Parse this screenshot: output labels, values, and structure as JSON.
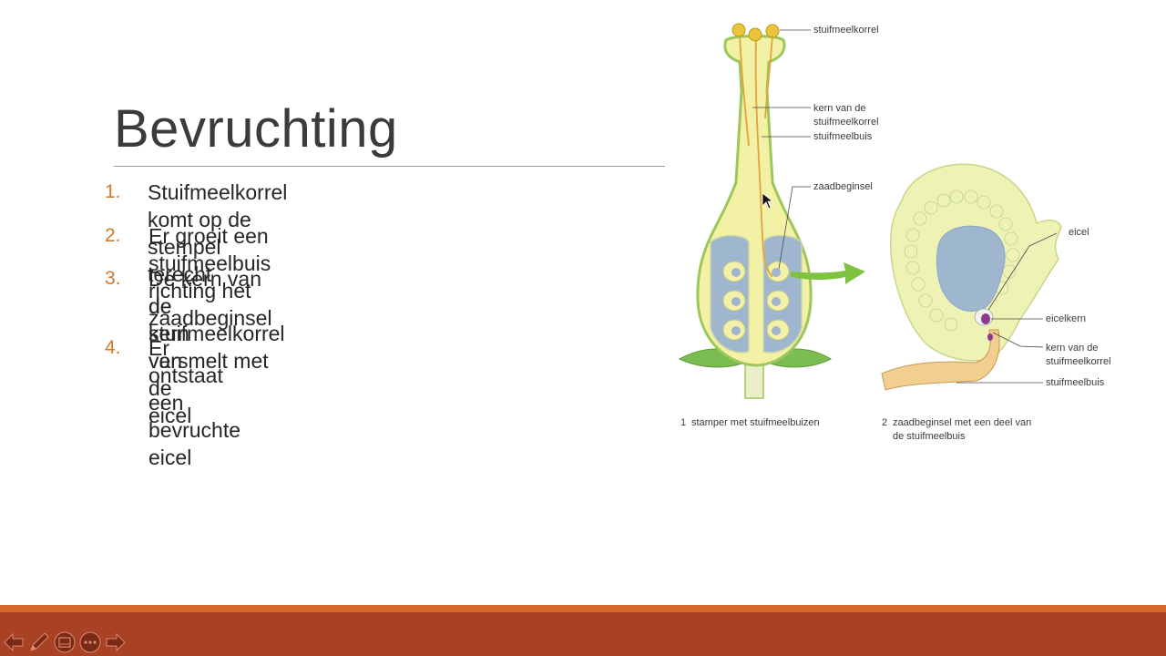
{
  "slide": {
    "title": "Bevruchting",
    "steps": [
      {
        "num": "1.",
        "lines": [
          "Stuifmeelkorrel komt op de stempel terecht"
        ]
      },
      {
        "num": "2.",
        "lines": [
          "Er groeit een stuifmeelbuis richting het zaadbeginsel"
        ]
      },
      {
        "num": "3.",
        "lines": [
          "De kern van de stuifmeelkorrel versmelt met",
          "de kern van de eicel"
        ]
      },
      {
        "num": "4.",
        "lines": [
          "Er ontstaat een bevruchte eicel"
        ]
      }
    ]
  },
  "figure": {
    "labels": {
      "stuifmeelkorrel": "stuifmeelkorrel",
      "kern1": "kern van de",
      "kern2": "stuifmeelkorrel",
      "stuifmeelbuis": "stuifmeelbuis",
      "zaadbeginsel": "zaadbeginsel",
      "eicel": "eicel",
      "eicelkern": "eicelkern",
      "kern_b1": "kern van de",
      "kern_b2": "stuifmeelkorrel",
      "stuifmeelbuis_b": "stuifmeelbuis"
    },
    "captions": {
      "c1_num": "1",
      "c1_text": "stamper met stuifmeelbuizen",
      "c2_num": "2",
      "c2_line1": "zaadbeginsel met een deel van",
      "c2_line2": "de stuifmeelbuis"
    }
  },
  "controls": {
    "icons": [
      "previous-icon",
      "pen-icon",
      "slides-icon",
      "more-icon",
      "next-icon"
    ]
  },
  "colors": {
    "accent_number": "#d07a2e",
    "footer_stripe": "#d4692b",
    "footer": "#a94225",
    "pistil_fill": "#f3f1a6",
    "pistil_outline": "#9dc75a",
    "ovule_blue": "#9fb6cf",
    "arrow_green": "#7fc241"
  }
}
